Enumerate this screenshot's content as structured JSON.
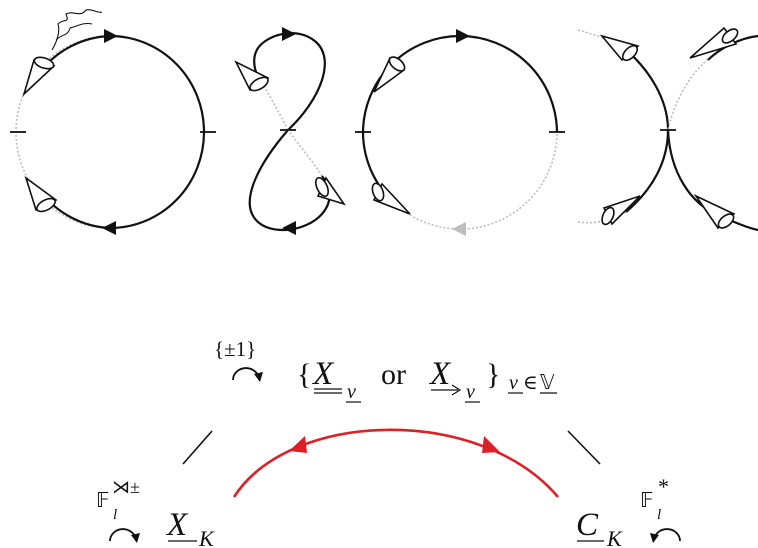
{
  "bottom_diagram": {
    "top": {
      "group_top": "{±1}",
      "open_brace": "{",
      "term_a": "X",
      "term_a_sub": "v",
      "conjunction": "or",
      "term_b": "X",
      "term_b_sub": "v",
      "close_brace": "}",
      "index_var": "v",
      "index_in": "∈",
      "index_set": "𝕍"
    },
    "left": {
      "field": "𝔽",
      "field_sub": "l",
      "field_sup": "⋊±",
      "symbol": "X",
      "symbol_sub": "K"
    },
    "right": {
      "field": "𝔽",
      "field_sub": "l",
      "field_sup": "*",
      "symbol": "C",
      "symbol_sub": "K"
    },
    "colors": {
      "arc": "#dd1f26",
      "ink": "#111111",
      "faint": "#bdbdbd"
    }
  }
}
